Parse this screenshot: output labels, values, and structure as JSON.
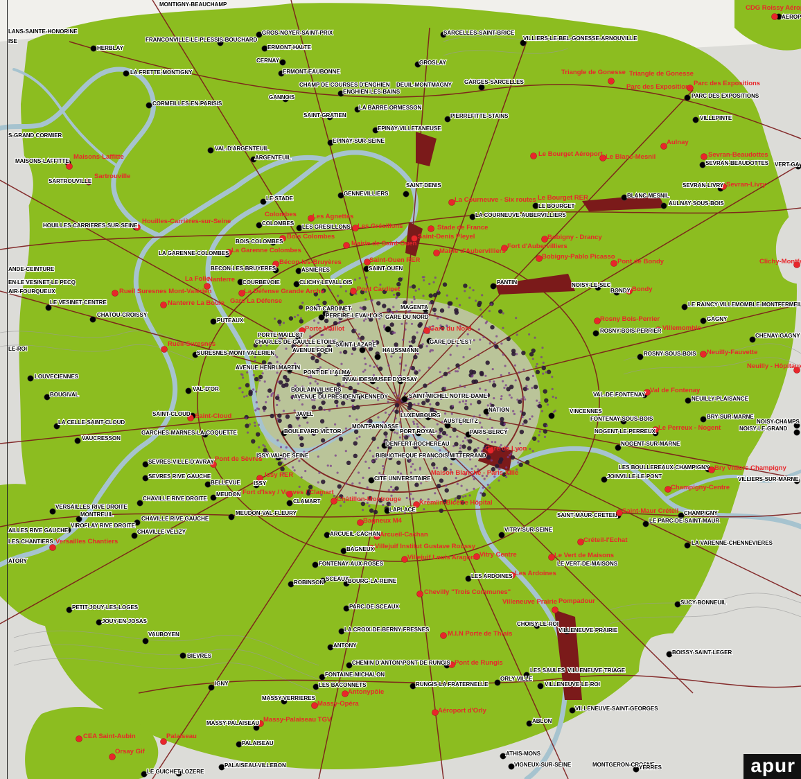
{
  "brand": {
    "logo_text": "apur"
  },
  "colors": {
    "background": "#f1f0ec",
    "urban": "#dcdcd8",
    "green": "#8cbd20",
    "water": "#a9c9d6",
    "river": "#a6c3cf",
    "road": "#7b1a1a",
    "contour": "#9a9a9a",
    "station_existing": "#000000",
    "station_new": "#e8262b",
    "paris_stop": "#5a2a6b",
    "label_existing": "#000000",
    "label_new": "#e8262b"
  },
  "labels_existing": [
    "MONTIGNY-BEAUCHAMP",
    "LANS-SAINTE-HONORINE",
    "ISE",
    "FRANCONVILLE-LE-PLESSIS-BOUCHARD",
    "GROS-NOYER-SAINT-PRIX",
    "HERBLAY",
    "ERMONT-HALTE",
    "CERNAY",
    "SARCELLES-SAINT-BRICE",
    "VILLIERS-LE-BEL-GONESSE-ARNOUVILLE",
    "LA FRETTE-MONTIGNY",
    "ERMONT-EAUBONNE",
    "GROSLAY",
    "CHAMP DE COURSES D'ENGHIEN",
    "DEUIL-MONTMAGNY",
    "ENGHIEN-LES-BAINS",
    "GARGES-SARCELLES",
    "CORMEILLES-EN-PARISIS",
    "GANNOIS",
    "LA BARRE-ORMESSON",
    "SAINT-GRATIEN",
    "PIERREFITTE-STAINS",
    "EPINAY-VILLETANEUSE",
    "PARC DES EXPOSITIONS",
    "VILLEPINTE",
    "S-GRAND CORMIER",
    "EPINAY-SUR-SEINE",
    "VAL-D'ARGENTEUIL",
    "ARGENTEUIL",
    "MAISONS-LAFFITTE",
    "SEVRAN-BEAUDOTTES",
    "VERT-GA",
    "SARTROUVILLE",
    "GENNEVILLIERS",
    "SAINT-DENIS",
    "SEVRAN-LIVRY",
    "LE STADE",
    "BLANC-MESNIL",
    "AULNAY-SOUS-BOIS",
    "LE BOURGET",
    "COLOMBES",
    "LES GRESILLONS",
    "HOUILLES-CARRIERES-SUR-SEINE",
    "LA COURNEUVE-AUBERVILLIERS",
    "BOIS-COLOMBES",
    "LA GARENNE-COLOMBES",
    "BECON-LES-BRUYERES",
    "ASNIERES",
    "SAINT-OUEN",
    "ANDE-CEINTURE",
    "COURBEVOIE",
    "CLICHY-LEVALLOIS",
    "PANTIN",
    "NOISY-LE-SEC",
    "EN-LAYE",
    "LE VESINET-LE PECQ",
    "AIR-FOURQUEUX",
    "LE VESINET-CENTRE",
    "PONT-CARDINET",
    "BONDY",
    "LE RAINCY-VILLEMOMBLE-MONTFERMEIL",
    "PEREIRE-LEVALLOIS",
    "CHATOU-CROISSY",
    "PUTEAUX",
    "MAGENTA",
    "GARE DU NORD",
    "GAGNY",
    "ROSNY-BOIS-PERRIER",
    "PORTE MAILLOT",
    "CHENAY-GAGNY",
    "CHARLES DE GAULLE ETOILE",
    "SAINT-LAZARE",
    "GARE DE L'EST",
    "LE-ROI",
    "SURESNES-MONT VALERIEN",
    "AVENUE FOCH",
    "HAUSSMANN",
    "ROSNY-SOUS-BOIS",
    "LOUVECIENNES",
    "AVENUE HENRI MARTIN",
    "PONT DE L'ALMA",
    "INVALIDES",
    "MUSEE D'ORSAY",
    "VAL-D'OR",
    "BOULAINVILLIERS",
    "AVENUE DU PRESIDENT KENNEDY",
    "SAINT-MICHEL NOTRE-DAME",
    "VAL-DE-FONTENAY",
    "NEUILLY-PLAISANCE",
    "BOUGIVAL",
    "NATION",
    "SAINT-CLOUD",
    "JAVEL",
    "VINCENNES",
    "BRY-SUR-MARNE",
    "LUXEMBOURG",
    "FONTENAY-SOUS-BOIS",
    "NOISY-CHAMPS",
    "LA CELLE-SAINT-CLOUD",
    "MONTPARNASSE",
    "AUSTERLITZ",
    "NOISY-LE-GRAND",
    "GARCHES-MARNES-LA-COQUETTE",
    "BOULEVARD VICTOR",
    "PORT ROYAL",
    "PARIS-BERCY",
    "NOGENT-LE-PERREUX",
    "VAUCRESSON",
    "DENFERT-ROCHEREAU",
    "NOGENT-SUR-MARNE",
    "ISSY-VAL DE SEINE",
    "BIBLIOTHEQUE FRANCOIS MITTERRAND",
    "SEVRES-VILLE-D'AVRAY",
    "LES BOULLEREAUX-CHAMPIGNY",
    "SEVRES RIVE GAUCHE",
    "BELLEVUE",
    "CITE UNIVERSITAIRE",
    "JOINVILLE-LE-PONT",
    "VILLIERS-SUR-MARNE",
    "MEUDON",
    "ISSY",
    "CHAVILLE RIVE DROITE",
    "CLAMART",
    "VERSAILLES RIVE DROITE",
    "LAPLACE",
    "CHAMPIGNY",
    "MONTREUIL",
    "MEUDON-VAL-FLEURY",
    "SAINT-MAUR-CRETEIL",
    "LE PARC-DE-SAINT-MAUR",
    "CHAVILLE RIVE GAUCHE",
    "VIROFLAY RIVE DROITE",
    "AILLES RIVE GAUCHE",
    "CHAVILLE-VELIZY",
    "VITRY-SUR-SEINE",
    "ARCUEIL-CACHAN",
    "LES-CHANTIERS",
    "BAGNEUX",
    "ATORY",
    "LA VARENNE-CHENNEVIERES",
    "FONTENAY-AUX-ROSES",
    "LE VERT-DE-MAISONS",
    "LES ARDOINES",
    "ROBINSON",
    "SCEAUX",
    "BOURG-LA-REINE",
    "PARC-DE-SCEAUX",
    "SUCY-BONNEUIL",
    "PETIT-JOUY-LES-LOGES",
    "JOUY-EN-JOSAS",
    "CHOISY-LE-ROI",
    "LA CROIX-DE-BERNY-FRESNES",
    "VILLENEUVE-PRAIRIE",
    "VAUBOYEN",
    "ANTONY",
    "BOISSY-SAINT-LEGER",
    "BIEVRES",
    "CHEMIN D'ANTONY",
    "PONT DE RUNGIS",
    "LES SAULES",
    "VILLENEUVE-TRIAGE",
    "FONTAINE-MICHALON",
    "IGNY",
    "LES BACONNETS",
    "RUNGIS-LA FRATERNELLE",
    "ORLY VILLE",
    "VILLENEUVE-LE-ROI",
    "MASSY-VERRIERES",
    "VILLENEUVE-SAINT-GEORGES",
    "MASSY-PALAISEAU",
    "ABLON",
    "PALAISEAU",
    "ATHIS-MONS",
    "PALAISEAU-VILLEBON",
    "VIGNEUX-SUR-SEINE",
    "MONTGERON-CROSNE",
    "YERRES",
    "LE GUICHET",
    "LOZERE",
    "AEROP"
  ],
  "labels_new": [
    "CDG Roissy Aéroport",
    "Triangle de Gonesse",
    "Triangle de Gonesse",
    "Parc des Expositions",
    "Parc des Expositions",
    "Aulnay",
    "Sevran-Beaudottes",
    "Le Bourget Aéroport",
    "Le Blanc-Mesnil",
    "Maisons-Laffitte",
    "Sevran-Livry",
    "Sartrouville",
    "La Courneuve - Six routes",
    "Le Bourget RER",
    "Les Agnettes",
    "Colombes",
    "Stade de France",
    "Houilles-Carrières-sur-Seine",
    "Les Grésillons",
    "Bois Colombes",
    "Saint-Denis Pleyel",
    "Bobigny - Drancy",
    "Mairie de Saint-Ouen",
    "Fort d'Aubervilliers",
    "La Garenne Colombes",
    "Mairie d'Aubervilliers",
    "Bobigny-Pablo Picasso",
    "Saint-Ouen RER",
    "Bécon-les-Bruyères",
    "Pont de Bondy",
    "Clichy-Montfermeil",
    "Nanterre",
    "La Folie",
    "Rueil Suresnes Mont-Valérien",
    "La Défense Grande Arche",
    "Bondy",
    "Nanterre La Boule",
    "Gare La Défense",
    "Pont Cardinet",
    "Rosny Bois-Perrier",
    "Villemomble",
    "Porte Maillot",
    "Gare du Nord",
    "Rueil-Suresnes",
    "Neuilly-Fauvette",
    "Neuilly - Hôpitaux",
    "Val de Fontenay",
    "Saint-Cloud",
    "Le Perreux - Nogent",
    "Pont de Sèvres",
    "Gare de Lyon",
    "Bry Villiers Champigny",
    "Issy RER",
    "Fort d'Issy / Vanves / Clamart",
    "Maison Blanche - Paris XIIIe",
    "Champigny-Centre",
    "Châtillon-Montrouge",
    "Kremlin-Bicêtre Hôpital",
    "Saint-Maur Créteil",
    "Bagneux M4",
    "Arcueil-Cachan",
    "Créteil-l'Echat",
    "Villejuif Institut Gustave Roussy",
    "Versailles Chantiers",
    "Vitry Centre",
    "Le Vert de Maisons",
    "Villejuif Louis Aragon",
    "Les Ardoines",
    "Chevilly \"Trois Communes\"",
    "Villeneuve Prairie",
    "Pompadour",
    "M.I.N Porte de Thiais",
    "Pont de Rungis",
    "Antonypôle",
    "Massy-Opéra",
    "Aéroport d'Orly",
    "CEA Saint-Aubin",
    "Palaiseau",
    "Massy-Palaiseau TGV",
    "Orsay Gif"
  ]
}
